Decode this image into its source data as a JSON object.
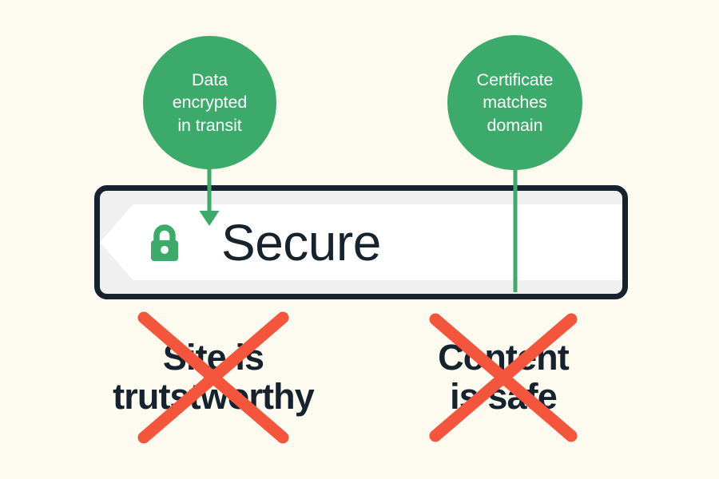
{
  "background_color": "#fdfaf0",
  "colors": {
    "green": "#3caa6b",
    "navy": "#16222e",
    "red": "#f4553d",
    "bar_fill": "#f0f0f0",
    "bar_inner": "#ffffff",
    "circle_text": "#ffffff"
  },
  "annotations": [
    {
      "id": "data-encrypted",
      "text": "Data\nencrypted\nin transit",
      "connector": "arrow-down",
      "connector_target": "lock-and-secure-label"
    },
    {
      "id": "certificate-matches-domain",
      "text": "Certificate\nmatches\ndomain",
      "connector": "line-down",
      "connector_target": "address-bar-right-area"
    }
  ],
  "address_bar": {
    "icon": "lock-icon",
    "label": "Secure"
  },
  "claims": [
    {
      "id": "site-trustworthy",
      "text": "Site is\ntrutstworthy",
      "crossed_out": true,
      "cross_color": "#f4553d"
    },
    {
      "id": "content-safe",
      "text": "Content\nis safe",
      "crossed_out": true,
      "cross_color": "#f4553d"
    }
  ]
}
